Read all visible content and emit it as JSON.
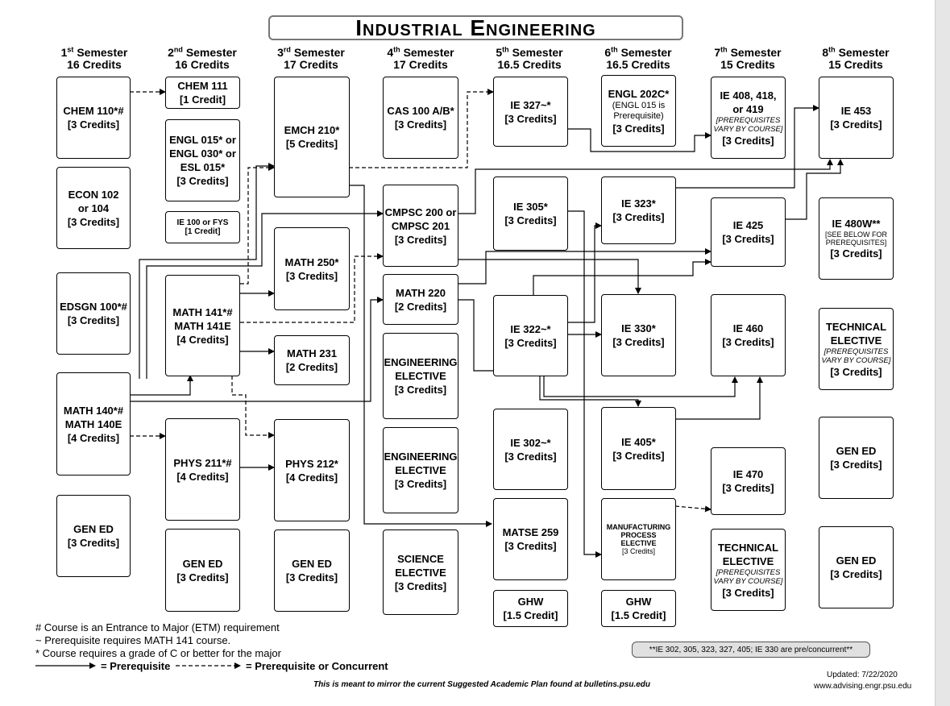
{
  "title": "Industrial Engineering",
  "semesters": [
    {
      "num": "1",
      "suffix": "st",
      "label": "Semester",
      "credits": "16 Credits"
    },
    {
      "num": "2",
      "suffix": "nd",
      "label": "Semester",
      "credits": "16 Credits"
    },
    {
      "num": "3",
      "suffix": "rd",
      "label": "Semester",
      "credits": "17 Credits"
    },
    {
      "num": "4",
      "suffix": "th",
      "label": "Semester",
      "credits": "17 Credits"
    },
    {
      "num": "5",
      "suffix": "th",
      "label": "Semester",
      "credits": "16.5 Credits"
    },
    {
      "num": "6",
      "suffix": "th",
      "label": "Semester",
      "credits": "16.5 Credits"
    },
    {
      "num": "7",
      "suffix": "th",
      "label": "Semester",
      "credits": "15 Credits"
    },
    {
      "num": "8",
      "suffix": "th",
      "label": "Semester",
      "credits": "15 Credits"
    }
  ],
  "courses": {
    "chem110": {
      "name": "CHEM 110*#",
      "credits": "[3 Credits]"
    },
    "econ102": {
      "name": "ECON 102\nor 104",
      "credits": "[3 Credits]"
    },
    "edsgn100": {
      "name": "EDSGN 100*#",
      "credits": "[3 Credits]"
    },
    "math140": {
      "name": "MATH 140*#\nMATH 140E",
      "credits": "[4 Credits]"
    },
    "gened1": {
      "name": "GEN ED",
      "credits": "[3 Credits]"
    },
    "chem111": {
      "name": "CHEM 111",
      "credits": "[1 Credit]"
    },
    "engl015": {
      "name": "ENGL 015* or\nENGL 030* or\nESL 015*",
      "credits": "[3 Credits]"
    },
    "ie100": {
      "name": "IE 100 or FYS",
      "credits": "[1 Credit]"
    },
    "math141": {
      "name": "MATH 141*#\nMATH 141E",
      "credits": "[4 Credits]"
    },
    "phys211": {
      "name": "PHYS 211*#",
      "credits": "[4 Credits]"
    },
    "gened2": {
      "name": "GEN ED",
      "credits": "[3 Credits]"
    },
    "emch210": {
      "name": "EMCH 210*",
      "credits": "[5 Credits]"
    },
    "math250": {
      "name": "MATH 250*",
      "credits": "[3 Credits]"
    },
    "math231": {
      "name": "MATH 231",
      "credits": "[2 Credits]"
    },
    "phys212": {
      "name": "PHYS 212*",
      "credits": "[4 Credits]"
    },
    "gened3": {
      "name": "GEN ED",
      "credits": "[3 Credits]"
    },
    "cas100": {
      "name": "CAS 100 A/B*",
      "credits": "[3 Credits]"
    },
    "cmpsc200": {
      "name": "CMPSC 200 or\nCMPSC 201",
      "credits": "[3 Credits]"
    },
    "math220": {
      "name": "MATH 220",
      "credits": "[2 Credits]"
    },
    "engelec1": {
      "name": "ENGINEERING\nELECTIVE",
      "credits": "[3 Credits]"
    },
    "engelec2": {
      "name": "ENGINEERING\nELECTIVE",
      "credits": "[3 Credits]"
    },
    "scielec": {
      "name": "SCIENCE\nELECTIVE",
      "credits": "[3 Credits]"
    },
    "ie327": {
      "name": "IE 327~*",
      "credits": "[3 Credits]"
    },
    "ie305": {
      "name": "IE 305*",
      "credits": "[3 Credits]"
    },
    "ie322": {
      "name": "IE 322~*",
      "credits": "[3 Credits]"
    },
    "ie302": {
      "name": "IE 302~*",
      "credits": "[3 Credits]"
    },
    "matse259": {
      "name": "MATSE 259",
      "credits": "[3 Credits]"
    },
    "ghw5": {
      "name": "GHW",
      "credits": "[1.5 Credit]"
    },
    "engl202": {
      "name": "ENGL 202C*",
      "note": "(ENGL 015 is\nPrerequisite)",
      "credits": "[3 Credits]"
    },
    "ie323": {
      "name": "IE 323*",
      "credits": "[3 Credits]"
    },
    "ie330": {
      "name": "IE 330*",
      "credits": "[3 Credits]"
    },
    "ie405": {
      "name": "IE 405*",
      "credits": "[3 Credits]"
    },
    "mfgelec": {
      "name": "MANUFACTURING\nPROCESS\nELECTIVE",
      "credits": "[3 Credits]"
    },
    "ghw6": {
      "name": "GHW",
      "credits": "[1.5 Credit]"
    },
    "ie408": {
      "name": "IE 408, 418,\nor 419",
      "note": "[PREREQUISITES\nVARY BY COURSE]",
      "credits": "[3 Credits]"
    },
    "ie425": {
      "name": "IE 425",
      "credits": "[3 Credits]"
    },
    "ie460": {
      "name": "IE 460",
      "credits": "[3 Credits]"
    },
    "ie470": {
      "name": "IE 470",
      "credits": "[3 Credits]"
    },
    "techelec7": {
      "name": "TECHNICAL\nELECTIVE",
      "note": "[PREREQUISITES\nVARY BY COURSE]",
      "credits": "[3 Credits]"
    },
    "ie453": {
      "name": "IE 453",
      "credits": "[3 Credits]"
    },
    "ie480w": {
      "name": "IE 480W**",
      "note": "[SEE BELOW FOR\nPREREQUISITES]",
      "credits": "[3 Credits]"
    },
    "techelec8": {
      "name": "TECHNICAL\nELECTIVE",
      "note": "[PREREQUISITES\nVARY BY COURSE]",
      "credits": "[3 Credits]"
    },
    "gened8a": {
      "name": "GEN ED",
      "credits": "[3 Credits]"
    },
    "gened8b": {
      "name": "GEN ED",
      "credits": "[3 Credits]"
    }
  },
  "legend": {
    "etm": "# Course is an Entrance to Major (ETM) requirement",
    "math141": "~ Prerequisite requires MATH 141 course.",
    "grade": "* Course requires a grade of C or better for the major",
    "prereq": "= Prerequisite",
    "concurrent": "= Prerequisite or Concurrent"
  },
  "concurrent_note": "**IE 302, 305, 323, 327, 405; IE 330 are pre/concurrent**",
  "mirror_note": "This is meant to mirror the current Suggested Academic Plan found at bulletins.psu.edu",
  "updated": "Updated: 7/22/2020",
  "website": "www.advising.engr.psu.edu",
  "colors": {
    "line": "#000000",
    "pill_bg": "#e0e0e0",
    "border": "#777777"
  }
}
